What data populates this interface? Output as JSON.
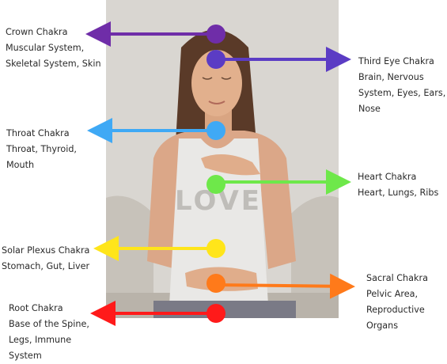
{
  "chakras": [
    {
      "id": "crown",
      "title": "Crown Chakra",
      "lines": [
        "Muscular System,",
        "Skeletal System, Skin"
      ],
      "color": "#6f2da8",
      "direction": "left"
    },
    {
      "id": "third-eye",
      "title": "Third Eye Chakra",
      "lines": [
        "Brain, Nervous",
        "System, Eyes, Ears,",
        "Nose"
      ],
      "color": "#5b3cc4",
      "direction": "right"
    },
    {
      "id": "throat",
      "title": "Throat Chakra",
      "lines": [
        "Throat, Thyroid,",
        "Mouth"
      ],
      "color": "#3fa9f5",
      "direction": "left"
    },
    {
      "id": "heart",
      "title": "Heart Chakra",
      "lines": [
        "Heart, Lungs, Ribs"
      ],
      "color": "#6ee84a",
      "direction": "right"
    },
    {
      "id": "solar-plexus",
      "title": "Solar Plexus Chakra",
      "lines": [
        "Stomach, Gut, Liver"
      ],
      "color": "#ffe51a",
      "direction": "left"
    },
    {
      "id": "sacral",
      "title": "Sacral Chakra",
      "lines": [
        "Pelvic Area,",
        "Reproductive",
        "Organs"
      ],
      "color": "#ff7a1a",
      "direction": "right"
    },
    {
      "id": "root",
      "title": "Root Chakra",
      "lines": [
        "Base of the Spine,",
        "Legs, Immune",
        "System"
      ],
      "color": "#ff1a1a",
      "direction": "left"
    }
  ],
  "photo": {
    "shirt_text": "LOVE"
  }
}
